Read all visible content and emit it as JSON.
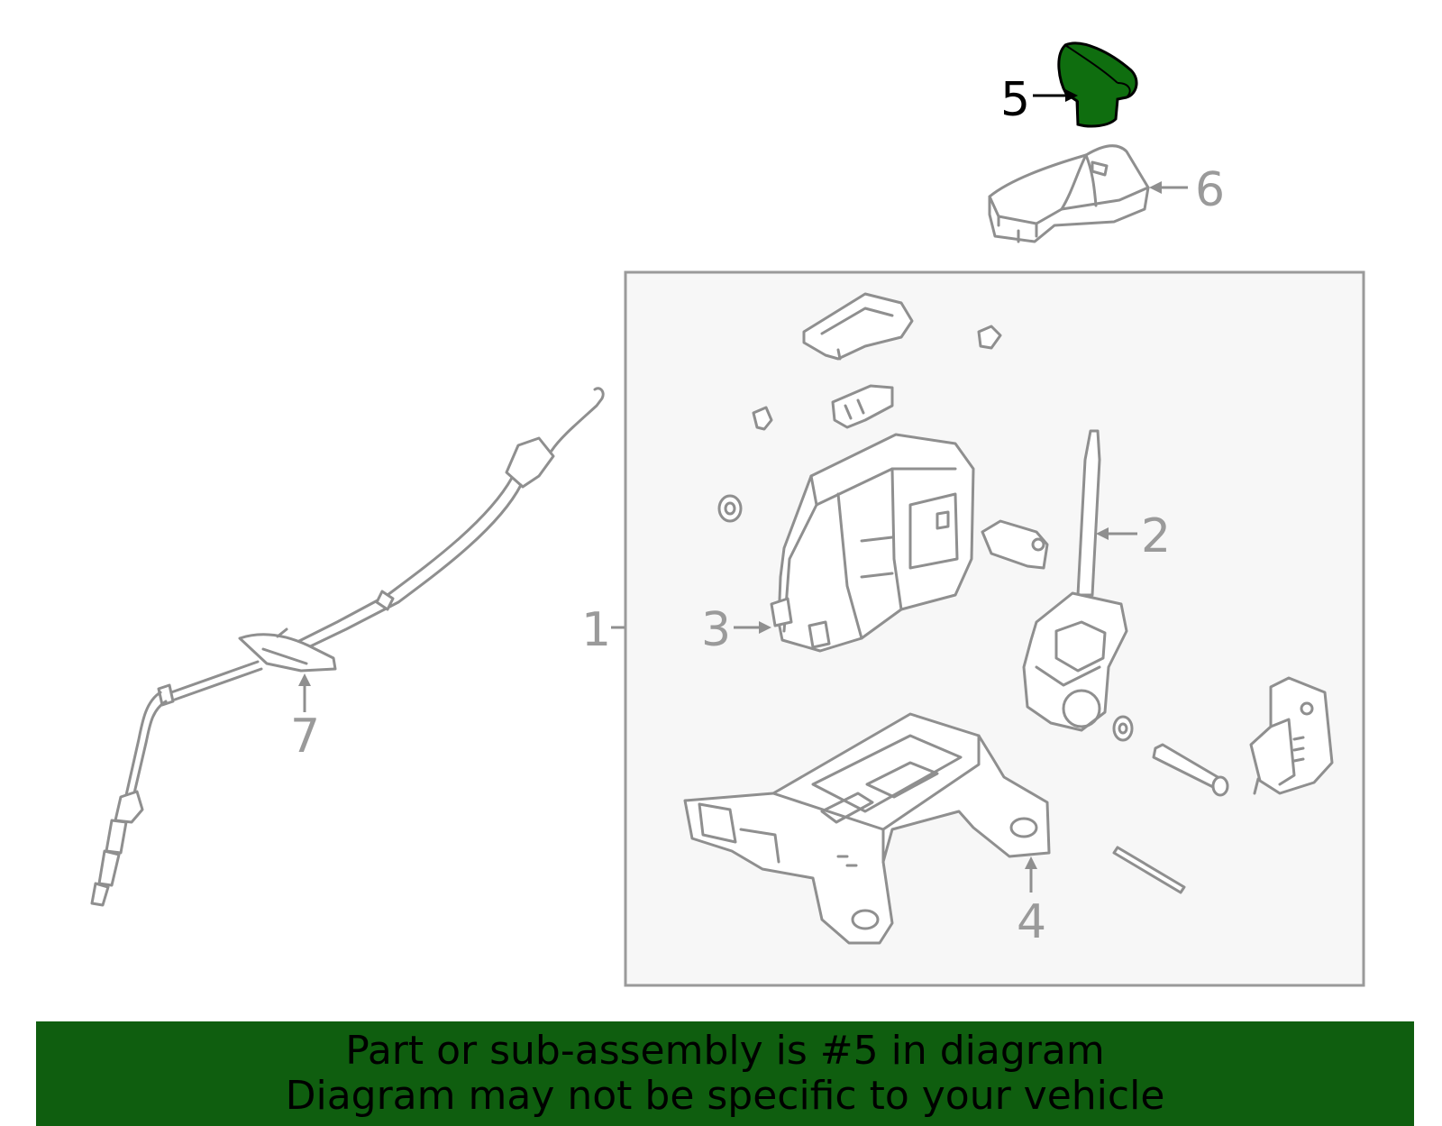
{
  "callouts": {
    "c1": "1",
    "c2": "2",
    "c3": "3",
    "c4": "4",
    "c5": "5",
    "c6": "6",
    "c7": "7"
  },
  "highlight": {
    "part": "5",
    "color": "#0f6e0f"
  },
  "banner": {
    "line1": "Part or sub-assembly is #5 in diagram",
    "line2": "Diagram may not be specific to your vehicle",
    "background": "#0f5e0f"
  },
  "colors": {
    "line_art": "#8f8f8f",
    "assembly_box_fill": "#f7f7f7"
  }
}
